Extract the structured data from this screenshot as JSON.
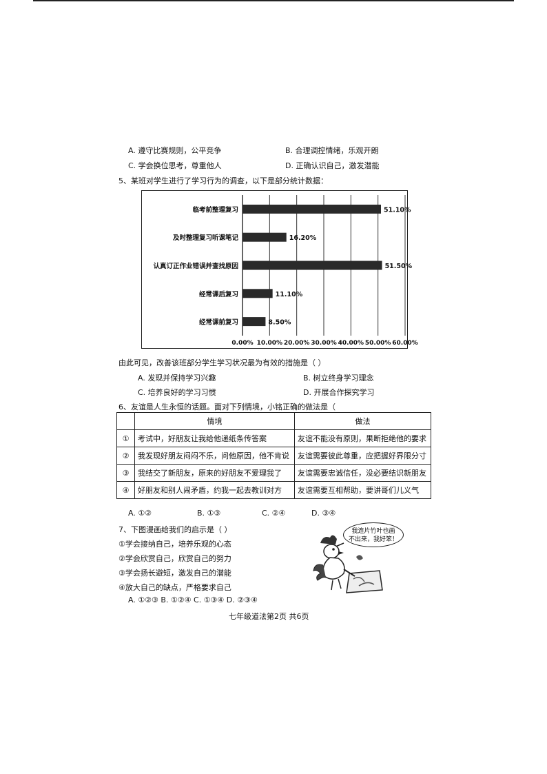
{
  "q4_options": [
    {
      "text": "A. 遵守比赛规则，公平竞争"
    },
    {
      "text": "B. 合理调控情绪，乐观开朗"
    },
    {
      "text": "C. 学会换位思考，尊重他人"
    },
    {
      "text": "D. 正确认识自己，激发潜能"
    }
  ],
  "q5": {
    "stem": "5、某班对学生进行了学习行为的调查，以下是部分统计数据：",
    "conclusion": "由此可见，改善该班部分学生学习状况最为有效的措施是（    ）",
    "options": [
      {
        "text": "A. 发现并保持学习兴趣"
      },
      {
        "text": "B. 树立终身学习理念"
      },
      {
        "text": "C. 培养良好的学习习惯"
      },
      {
        "text": "D. 开展合作探究学习"
      }
    ]
  },
  "chart_data": {
    "type": "bar",
    "orientation": "horizontal",
    "categories": [
      "临考前整理复习",
      "及时整理复习听课笔记",
      "认真订正作业错误并查找原因",
      "经常课后复习",
      "经常课前复习"
    ],
    "values": [
      51.1,
      16.2,
      51.5,
      11.1,
      8.5
    ],
    "value_labels": [
      "51.10%",
      "16.20%",
      "51.50%",
      "11.10%",
      "8.50%"
    ],
    "xlim": [
      0,
      60
    ],
    "xticks": [
      "0.00%",
      "10.00%",
      "20.00%",
      "30.00%",
      "40.00%",
      "50.00%",
      "60.00%"
    ],
    "grid": true,
    "bar_color": "#2a2a2a"
  },
  "q6": {
    "stem": "6、友谊是人生永恒的话题。面对下列情境，小铭正确的做法是（",
    "headers": [
      "情境",
      "做法"
    ],
    "rows": [
      {
        "num": "①",
        "situation": "考试中，好朋友让我给他递纸条传答案",
        "action": "友谊不能没有原则，果断拒绝他的要求"
      },
      {
        "num": "②",
        "situation": "我发现好朋友闷闷不乐，问他原因，他不肯说",
        "action": "友谊需要彼此尊重，应把握好界限分寸"
      },
      {
        "num": "③",
        "situation": "我结交了新朋友，原来的好朋友不爱理我了",
        "action": "友谊需要忠诚信任，没必要结识新朋友"
      },
      {
        "num": "④",
        "situation": "好朋友和别人闹矛盾，约我一起去教训对方",
        "action": "友谊需要互相帮助，要讲哥们儿义气"
      }
    ],
    "options": [
      "A. ①②",
      "B. ①③",
      "C. ②④",
      "D. ③④"
    ]
  },
  "q7": {
    "stem": "7、下图漫画给我们的启示是（    ）",
    "items": [
      "①学会接纳自己，培养乐观的心态",
      "②学会欣赏自己，欣赏自己的努力",
      "③学会扬长避短，激发自己的潜能",
      "④放大自己的缺点，严格要求自己"
    ],
    "options": "A. ①②③   B. ①②④   C. ①③④   D. ②③④",
    "bubble": [
      "我连片竹叶也画",
      "不出来，我好笨！"
    ]
  },
  "footer": "七年级道法第2页   共6页"
}
